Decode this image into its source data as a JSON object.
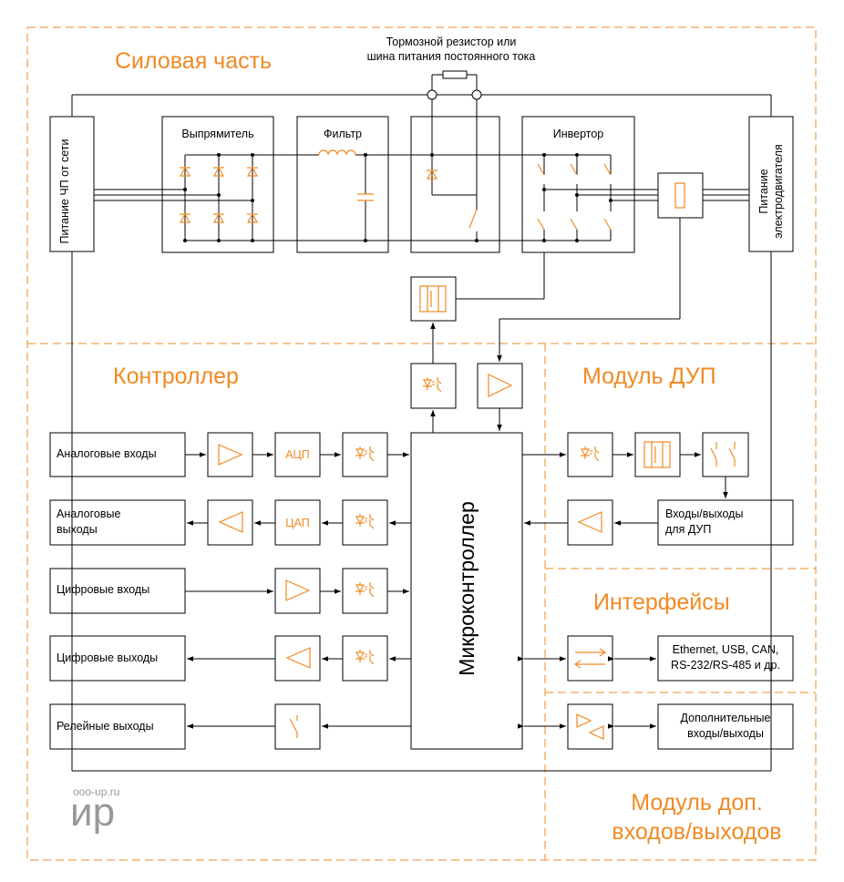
{
  "sections": {
    "power": "Силовая часть",
    "controller": "Контроллер",
    "dup_module": "Модуль ДУП",
    "interfaces": "Интерфейсы",
    "extra_line1": "Модуль  доп.",
    "extra_line2": "входов/выходов"
  },
  "power_blocks": {
    "brake_note_line1": "Тормозной резистор или",
    "brake_note_line2": "шина питания постоянного тока",
    "mains": "Питание ЧП от сети",
    "rectifier": "Выпрямитель",
    "filter": "Фильтр",
    "inverter": "Инвертор",
    "motor": "Питание электродвигателя"
  },
  "controller_blocks": {
    "analog_in": "Аналоговые входы",
    "analog_out_line1": "Аналоговые",
    "analog_out_line2": "выходы",
    "digital_in": "Цифровые входы",
    "digital_out": "Цифровые выходы",
    "relay_out": "Релейные выходы",
    "adc": "АЦП",
    "dac": "ЦАП",
    "mcu": "Микроконтроллер"
  },
  "dup_blocks": {
    "io_line1": "Входы/выходы",
    "io_line2": "для ДУП"
  },
  "interface_blocks": {
    "ports_line1": "Ethernet, USB, CAN,",
    "ports_line2": "RS-232/RS-485 и др."
  },
  "extra_blocks": {
    "io_line1": "Дополнительные",
    "io_line2": "входы/выходы"
  },
  "watermark": {
    "url": "ooo-up.ru",
    "logo": "ир"
  },
  "colors": {
    "accent": "#f08a24",
    "line": "#000000",
    "watermark": "#999999"
  }
}
